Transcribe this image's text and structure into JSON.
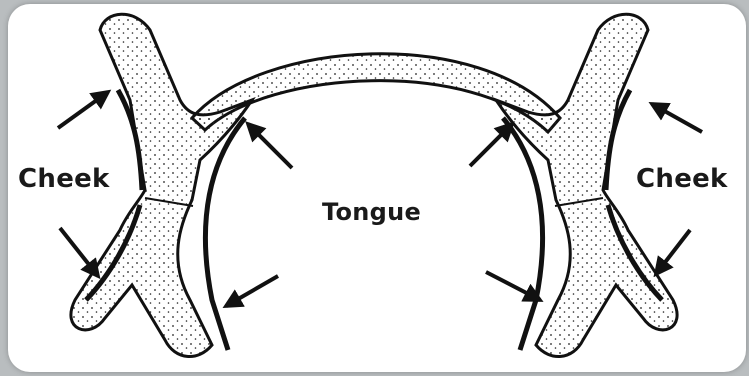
{
  "labels": {
    "cheek_left": "Cheek",
    "cheek_right": "Cheek",
    "tongue": "Tongue"
  },
  "colors": {
    "ink": "#111111",
    "page": "#ffffff",
    "background": "#b9bdbf"
  }
}
